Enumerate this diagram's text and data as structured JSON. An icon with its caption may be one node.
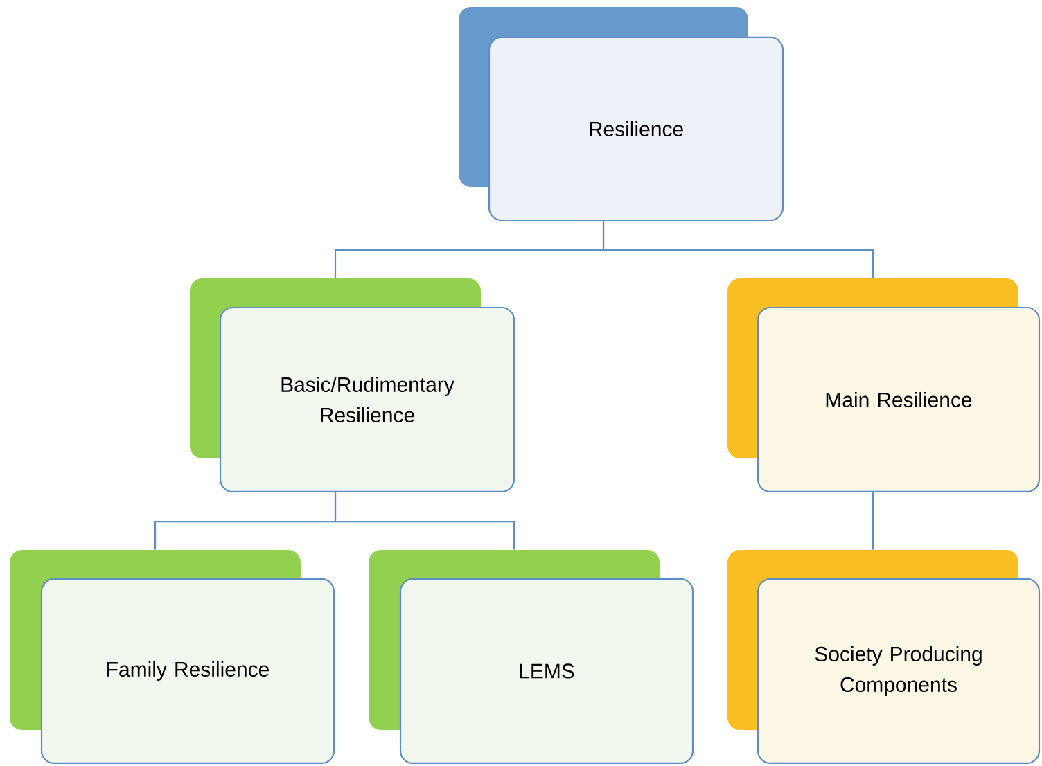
{
  "diagram": {
    "nodes": [
      {
        "text": [
          "Resilience"
        ]
      },
      {
        "text": [
          "Basic/Rudimentary Resilience"
        ]
      },
      {
        "text": [
          "Main Resilience"
        ]
      },
      {
        "text": [
          "Family Resilience"
        ]
      },
      {
        "text": [
          "LEMS"
        ]
      },
      {
        "text": [
          "Society Producing Components"
        ]
      }
    ],
    "edges": [
      {
        "from": 0,
        "to": 1,
        "arrow": "none"
      },
      {
        "from": 0,
        "to": 2,
        "arrow": "none"
      },
      {
        "from": 1,
        "to": 3,
        "arrow": "none"
      },
      {
        "from": 1,
        "to": 4,
        "arrow": "none"
      },
      {
        "from": 2,
        "to": 5,
        "arrow": "none"
      }
    ]
  }
}
